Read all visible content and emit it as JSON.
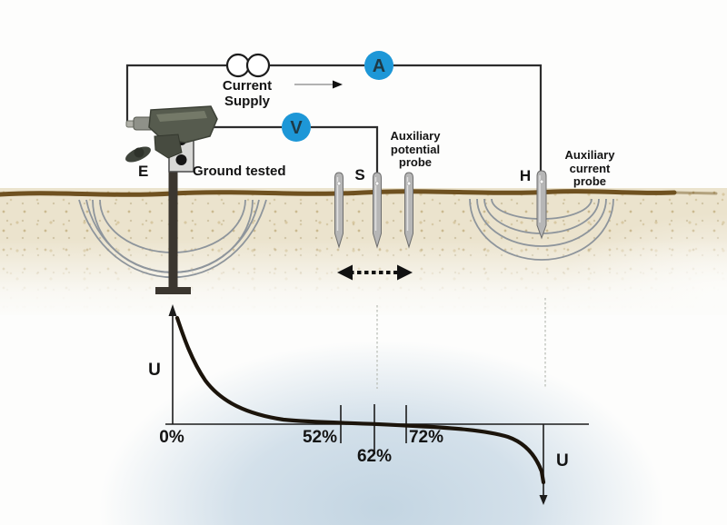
{
  "title": "Earth resistance measurement (fall-of-potential method) diagram",
  "colors": {
    "meter_blue": "#1d97d7",
    "wire": "#2d2d2d",
    "soil_surface_brown": "#6f5120",
    "equipotential_gray": "#8e959c",
    "curve_black": "#1b140b"
  },
  "source": {
    "label": "Current\nSupply"
  },
  "meters": {
    "ammeter": "A",
    "voltmeter": "V"
  },
  "electrode": {
    "label": "E",
    "caption": "Ground tested"
  },
  "potential_probe": {
    "label": "S",
    "caption": "Auxiliary\npotential\nprobe"
  },
  "current_probe": {
    "label": "H",
    "caption": "Auxiliary\ncurrent\nprobe"
  },
  "curve": {
    "y_axis_label": "U",
    "end_label": "U",
    "tick_labels": [
      "0%",
      "52%",
      "62%",
      "72%"
    ]
  }
}
